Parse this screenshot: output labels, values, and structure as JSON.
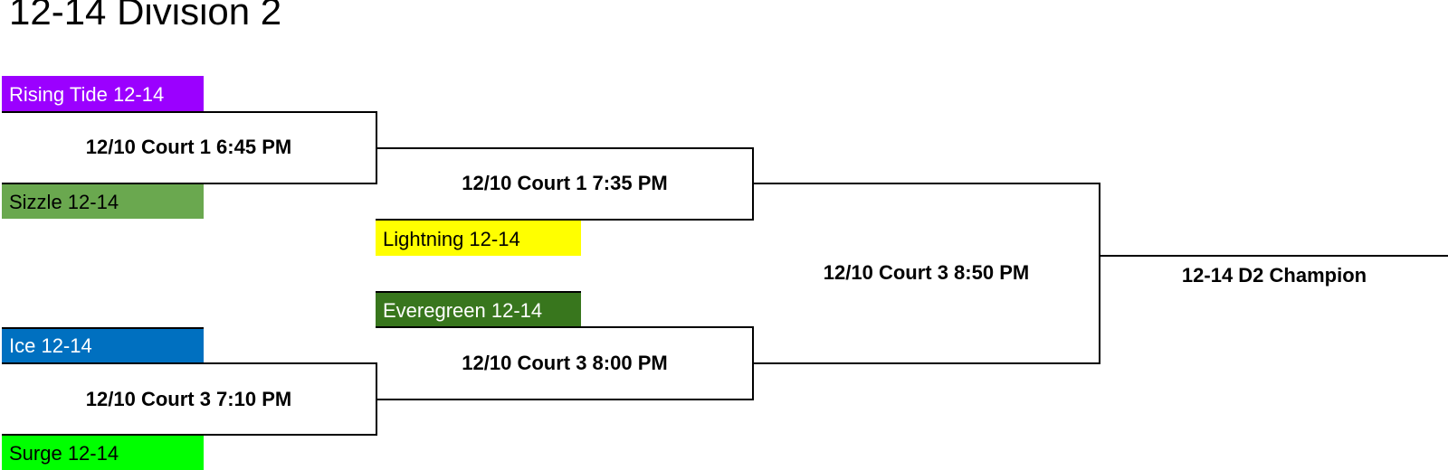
{
  "title": "12-14 Division 2",
  "teams": {
    "rising_tide": {
      "label": "Rising Tide 12-14",
      "color": "#9B00FF"
    },
    "sizzle": {
      "label": "Sizzle 12-14",
      "color": "#6AA84F"
    },
    "lightning": {
      "label": "Lightning 12-14",
      "color": "#FFFF00"
    },
    "everegreen": {
      "label": "Everegreen 12-14",
      "color": "#38761D"
    },
    "ice": {
      "label": "Ice 12-14",
      "color": "#0070C0"
    },
    "surge": {
      "label": "Surge 12-14",
      "color": "#00FF00"
    }
  },
  "games": {
    "r1_top": "12/10 Court 1 6:45 PM",
    "r1_bottom": "12/10 Court 3 7:10 PM",
    "r2_top": "12/10 Court 1 7:35 PM",
    "r2_bottom": "12/10 Court 3 8:00 PM",
    "final": "12/10 Court 3 8:50 PM"
  },
  "champion": "12-14 D2 Champion"
}
